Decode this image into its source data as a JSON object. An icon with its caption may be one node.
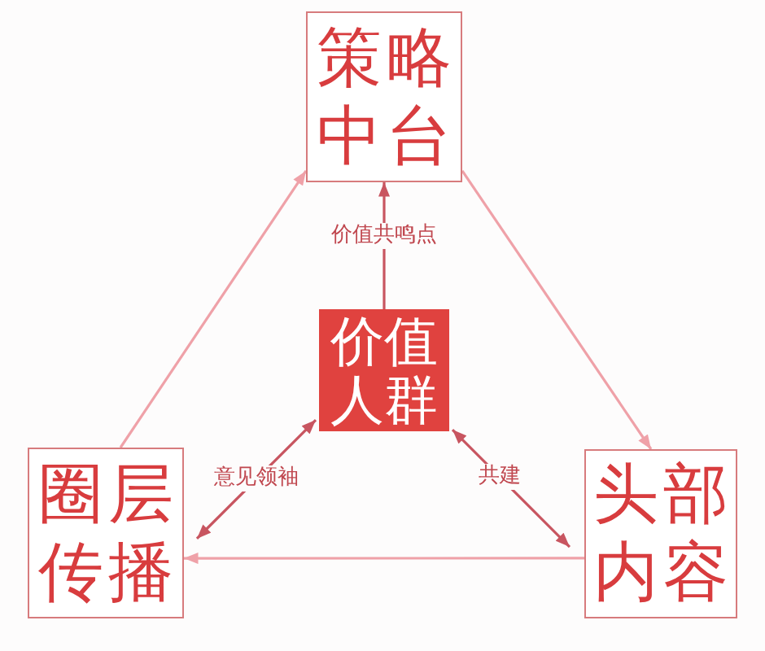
{
  "diagram": {
    "nodes": [
      {
        "text": [
          "策略中台"
        ]
      },
      {
        "text": [
          "价值人群"
        ]
      },
      {
        "text": [
          "圈层传播"
        ]
      },
      {
        "text": [
          "头部内容"
        ]
      }
    ],
    "edges": [
      {
        "from": 1,
        "to": 0,
        "arrow": "to",
        "label": "价值共鸣点",
        "color": "#c85560"
      },
      {
        "from": 2,
        "to": 0,
        "arrow": "to"
      },
      {
        "from": 0,
        "to": 3,
        "arrow": "to"
      },
      {
        "from": 3,
        "to": 2,
        "arrow": "to"
      },
      {
        "from": 2,
        "to": 1,
        "arrow": "both",
        "label": "意见领袖",
        "color": "#c85560"
      },
      {
        "from": 1,
        "to": 3,
        "arrow": "both",
        "label": "共建",
        "color": "#c85560"
      }
    ]
  }
}
